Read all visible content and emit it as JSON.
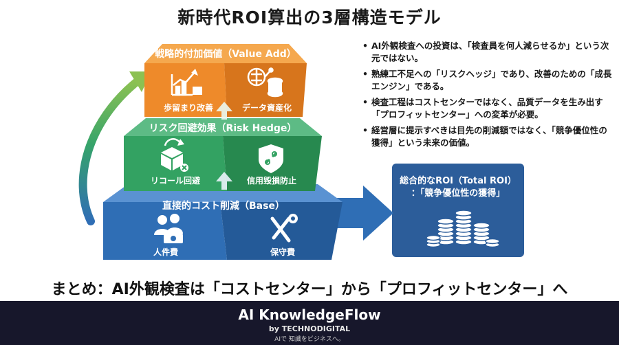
{
  "title": "新時代ROI算出の3層構造モデル",
  "tiers": {
    "value_add": {
      "title": "戦略的付加価値（Value Add）",
      "items": [
        {
          "icon": "yield-improvement-chart-icon",
          "label": "歩留まり改善"
        },
        {
          "icon": "brain-database-icon",
          "label": "データ資産化"
        }
      ]
    },
    "risk_hedge": {
      "title": "リスク回避効果（Risk Hedge）",
      "items": [
        {
          "icon": "recall-box-icon",
          "label": "リコール回避"
        },
        {
          "icon": "shield-broken-chain-icon",
          "label": "信用毀損防止"
        }
      ]
    },
    "base": {
      "title": "直接的コスト削減（Base）",
      "items": [
        {
          "icon": "people-money-icon",
          "label": "人件費"
        },
        {
          "icon": "wrench-gear-icon",
          "label": "保守費"
        }
      ]
    }
  },
  "bullets": [
    "AI外観検査への投資は、「検査員を何人減らせるか」という次元ではない。",
    "熟練工不足への「リスクヘッジ」であり、改善のための「成長エンジン」である。",
    "検査工程はコストセンターではなく、品質データを生み出す「プロフィットセンター」への変革が必要。",
    "経営層に提示すべきは目先の削減額ではなく、「競争優位性の獲得」という未来の価値。"
  ],
  "total_roi": {
    "title": "総合的なROI（Total ROI）",
    "subtitle": "：「競争優位性の獲得」",
    "icon": "coin-stacks-icon"
  },
  "summary": "まとめ：AI外観検査は「コストセンター」から「プロフィットセンター」へ",
  "footer": {
    "brand": "AI KnowledgeFlow",
    "by": "by TECHNODIGITAL",
    "tagline": "AIで 知識をビジネスへ。"
  },
  "colors": {
    "value_add": "#ee8a2a",
    "risk_hedge": "#33a262",
    "base": "#2f6eb5",
    "total_roi": "#2c5d9a",
    "footer": "#17172b"
  }
}
